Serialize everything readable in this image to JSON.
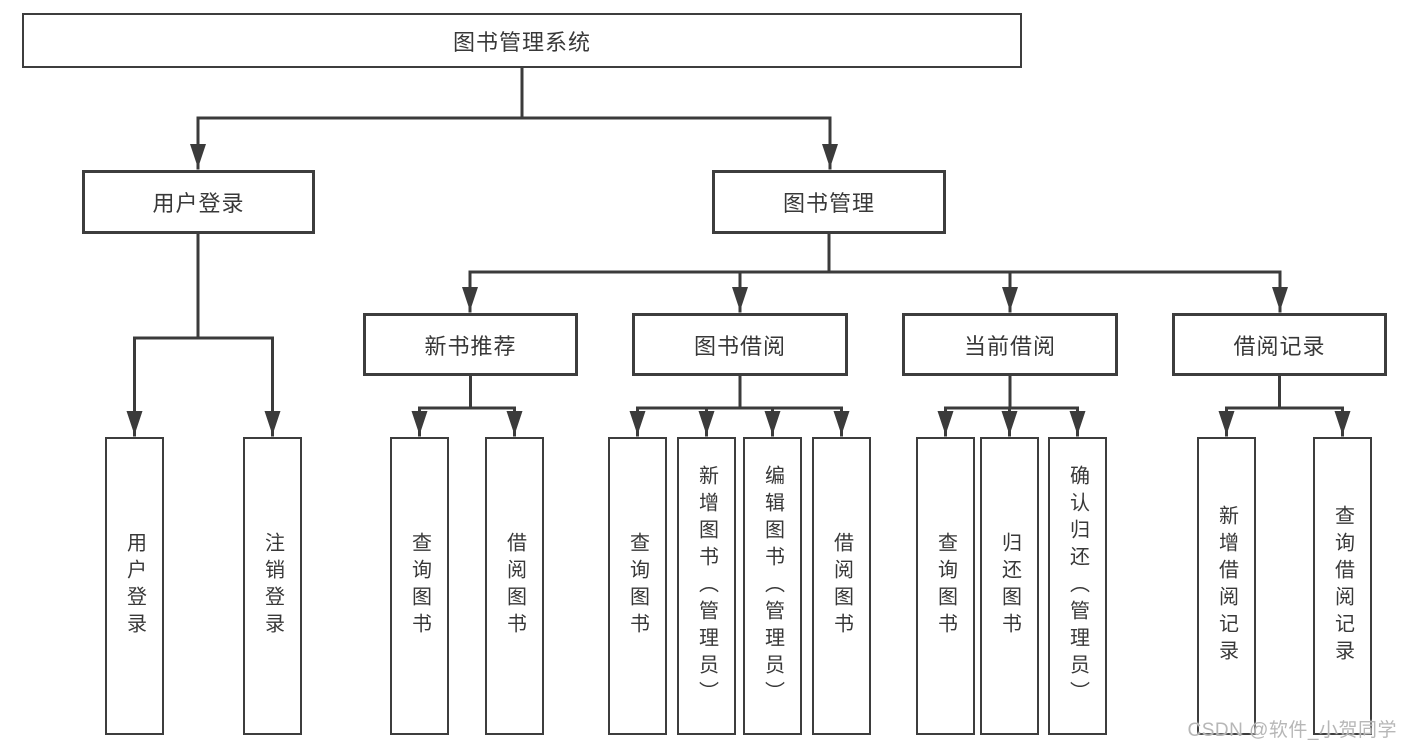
{
  "diagram": {
    "type": "hierarchy-tree",
    "root": {
      "label": "图书管理系统",
      "children": [
        {
          "label": "用户登录",
          "children": [
            {
              "label": "用户登录"
            },
            {
              "label": "注销登录"
            }
          ]
        },
        {
          "label": "图书管理",
          "children": [
            {
              "label": "新书推荐",
              "children": [
                {
                  "label": "查询图书"
                },
                {
                  "label": "借阅图书"
                }
              ]
            },
            {
              "label": "图书借阅",
              "children": [
                {
                  "label": "查询图书"
                },
                {
                  "label": "新增图书（管理员）"
                },
                {
                  "label": "编辑图书（管理员）"
                },
                {
                  "label": "借阅图书"
                }
              ]
            },
            {
              "label": "当前借阅",
              "children": [
                {
                  "label": "查询图书"
                },
                {
                  "label": "归还图书"
                },
                {
                  "label": "确认归还（管理员）"
                }
              ]
            },
            {
              "label": "借阅记录",
              "children": [
                {
                  "label": "新增借阅记录"
                },
                {
                  "label": "查询借阅记录"
                }
              ]
            }
          ]
        }
      ]
    }
  },
  "watermark": {
    "text": "CSDN @软件_小贺同学"
  },
  "colors": {
    "background": "#ffffff",
    "box_border": "#3d3d3d",
    "connector_line": "#3b3b3b",
    "text": "#383838",
    "watermark_text": "#b7b7b7"
  }
}
